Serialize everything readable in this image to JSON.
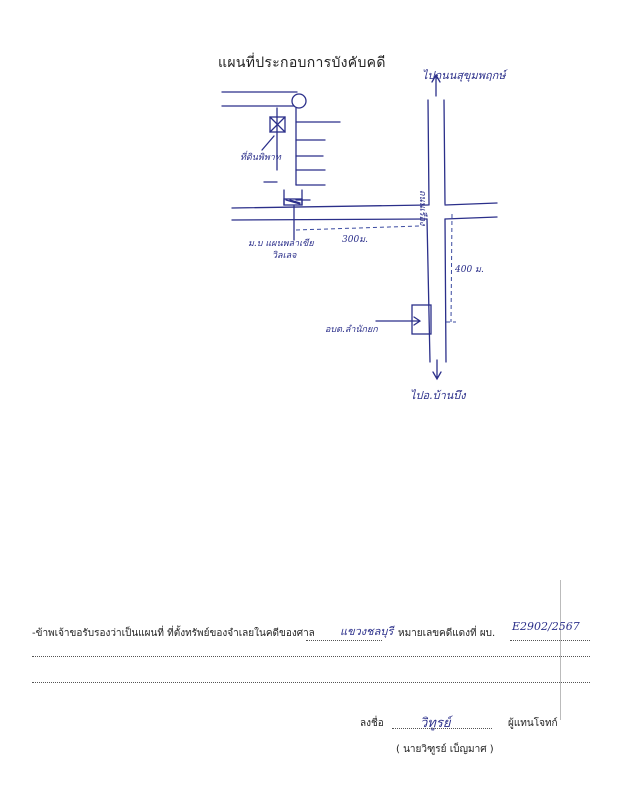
{
  "document": {
    "title": "แผนที่ประกอบการบังคับคดี"
  },
  "map": {
    "north_direction": "ไปถนนสุขุมพฤกษ์",
    "south_direction": "ไปอ.บ้านบึง",
    "main_road_label": "ถนนเรือง",
    "target_label": "ที่ดินพิพาท",
    "village_label_line1": "ม.บ แผนพลาเขีย",
    "village_label_line2": "วิลเลจ",
    "distance_horizontal": "300ม.",
    "distance_vertical": "400 ม.",
    "landmark_label": "อบต.ลำนักยก",
    "colors": {
      "ink": "#2b2f8a",
      "dash": "#3a4aa0"
    }
  },
  "certification": {
    "statement_prefix": "-ข้าพเจ้าขอรับรองว่าเป็นแผนที่ ที่ตั้งทรัพย์ของจำเลยในคดีของศาล",
    "court_name": "แขวงชลบุรี",
    "case_no_label": "หมายเลขคดีแดงที่ ผบ.",
    "case_no_value": "E2902/2567",
    "sign_label": "ลงชื่อ",
    "signature": "วิทูรย์",
    "role": "ผู้แทนโจทก์",
    "signer_name": "( นายวิฑูรย์ เบ็ญมาศ )"
  }
}
